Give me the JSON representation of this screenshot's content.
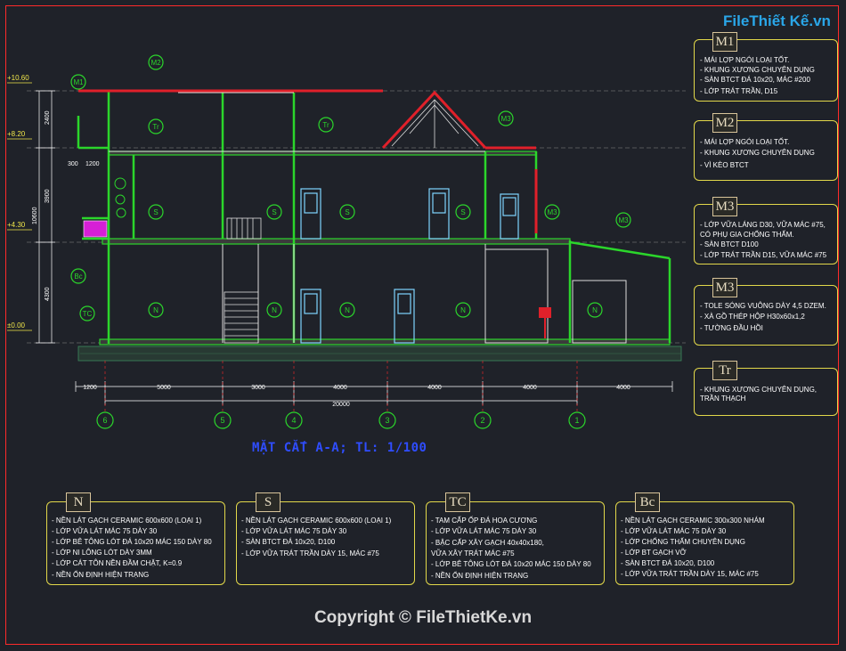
{
  "watermark": "FileThiết Kế.vn",
  "title": "MẶT CẮT A-A; TL: 1/100",
  "copyright": "Copyright © FileThietKe.vn",
  "levels": [
    "+10.60",
    "+8.20",
    "+4.30",
    "±0.00"
  ],
  "vertical_dims": [
    "2400",
    "3900",
    "4300",
    "10600"
  ],
  "horizontal_dims": [
    "1200",
    "5000",
    "3000",
    "4000",
    "4000",
    "4000",
    "4000"
  ],
  "total_dim": "20000",
  "small_dims": [
    "300",
    "1200"
  ],
  "axes": [
    "6",
    "5",
    "4",
    "3",
    "2",
    "1"
  ],
  "section_tags": {
    "m1": "M1",
    "m2": "M2",
    "m3a": "M3",
    "m3b": "M3",
    "s": "S",
    "n": "N",
    "tr": "Tr",
    "tc": "TC",
    "bc": "Bc"
  },
  "legend_right": [
    {
      "tag": "M1",
      "lines": [
        "- MÁI LỢP NGÓI LOẠI TỐT.",
        "- KHUNG XƯƠNG CHUYÊN DỤNG",
        "- SÀN BTCT ĐÁ 10x20, MÁC #200",
        "- LỚP TRÁT TRẦN, D15"
      ]
    },
    {
      "tag": "M2",
      "lines": [
        "- MÁI LỢP NGÓI LOẠI TỐT.",
        "- KHUNG XƯƠNG CHUYÊN DỤNG",
        "- VÌ KÈO BTCT"
      ]
    },
    {
      "tag": "M3",
      "lines": [
        "- LỚP VỮA LÁNG D30, VỮA MÁC #75,",
        "CÓ PHỤ GIA CHỐNG THẤM.",
        "- SÀN BTCT D100",
        "- LỚP TRÁT TRẦN D15, VỮA MÁC #75"
      ]
    },
    {
      "tag": "M3",
      "lines": [
        "- TOLE SÓNG VUÔNG DÀY 4,5 DZEM.",
        "- XÀ GỒ THÉP HỘP H30x60x1,2",
        "- TƯỜNG ĐẦU HỒI"
      ]
    },
    {
      "tag": "Tr",
      "lines": [
        "- KHUNG XƯƠNG CHUYÊN DỤNG,",
        "TRẦN THẠCH"
      ]
    }
  ],
  "legend_bottom": [
    {
      "tag": "N",
      "lines": [
        "- NỀN LÁT GẠCH CERAMIC 600x600 (LOẠI 1)",
        "- LỚP VỮA LÁT MÁC 75 DÀY 30",
        "- LỚP BÊ TÔNG LÓT ĐÁ 10x20 MÁC 150 DÀY 80",
        "- LỚP NI LÔNG LÓT DÀY 3MM",
        "- LỚP CÁT TÔN NỀN ĐẦM CHẶT, K=0.9",
        "- NỀN ỔN ĐỊNH HIỆN TRẠNG"
      ]
    },
    {
      "tag": "S",
      "lines": [
        "- NỀN LÁT GẠCH CERAMIC 600x600 (LOẠI 1)",
        "- LỚP VỮA LÁT MÁC 75 DÀY 30",
        "- SÀN BTCT ĐÁ 10x20, D100",
        "- LỚP VỮA TRÁT TRẦN DÀY 15, MÁC #75"
      ]
    },
    {
      "tag": "TC",
      "lines": [
        "- TAM CẤP ỐP ĐÁ HOA CƯƠNG",
        "- LỚP VỮA LÁT MÁC 75 DÀY 30",
        "- BẬC CẤP XÂY GẠCH 40x40x180,",
        "VỮA XÂY TRÁT MÁC #75",
        "- LỚP BÊ TÔNG LÓT ĐÁ 10x20 MÁC 150 DÀY 80",
        "- NỀN ỔN ĐỊNH HIỆN TRẠNG"
      ]
    },
    {
      "tag": "Bc",
      "lines": [
        "- NỀN LÁT GẠCH CERAMIC 300x300 NHÁM",
        "- LỚP VỮA LÁT MÁC 75 DÀY 30",
        "- LỚP CHỐNG THẤM CHUYÊN DỤNG",
        "- LỚP BT GẠCH VỠ",
        "- SÀN BTCT ĐÁ 10x20, D100",
        "- LỚP VỮA TRÁT TRẦN DÀY 15, MÁC #75"
      ]
    }
  ],
  "colors": {
    "background": "#1f2229",
    "wall": "#2bd62b",
    "roof": "#e0202a",
    "dim": "#ffffff",
    "legend_frame": "#e2d84a",
    "title": "#2f4dff",
    "grid": "#2e7d3a"
  }
}
